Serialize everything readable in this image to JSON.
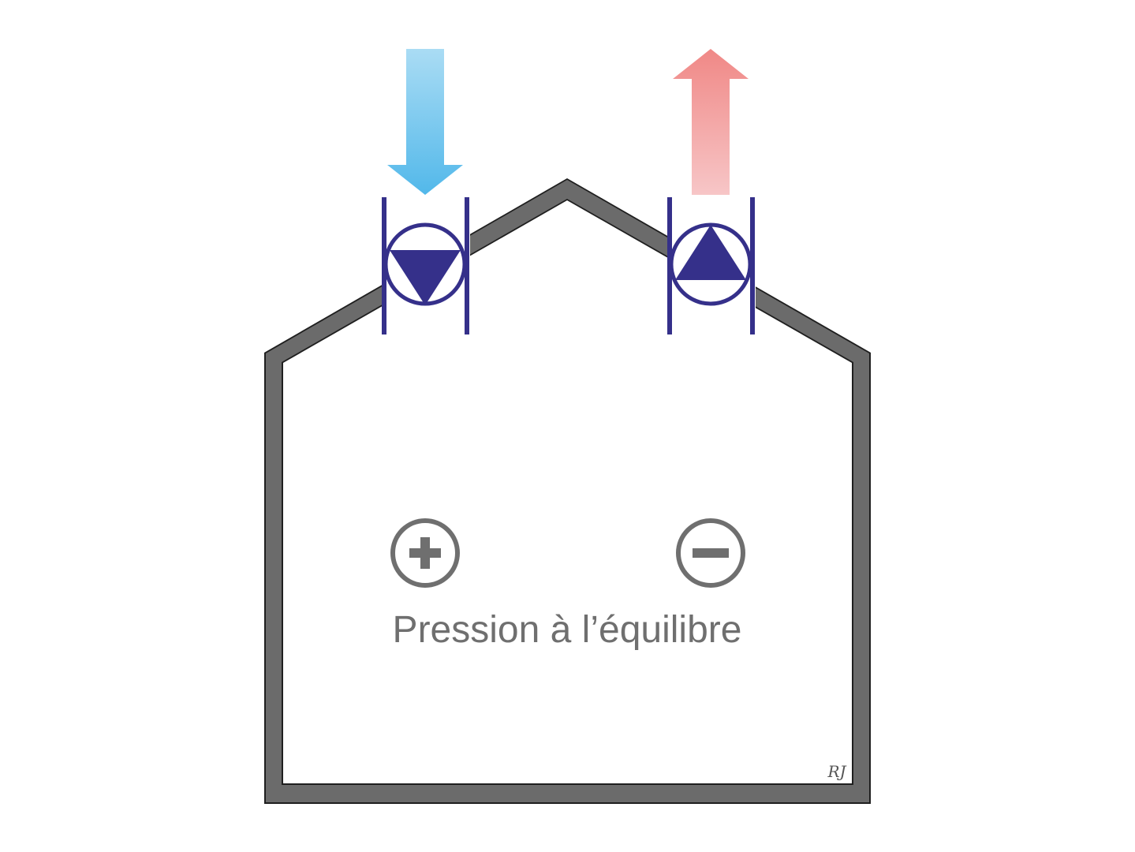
{
  "diagram": {
    "label": "Pression à l’équilibre",
    "signature": "RJ",
    "intake": {
      "arrow_direction": "down",
      "arrow_colors": [
        "#a9dcf4",
        "#55b9ea"
      ],
      "fan_symbol": "fan-down-triangle"
    },
    "exhaust": {
      "arrow_direction": "up",
      "arrow_colors": [
        "#f08a88",
        "#f6c3c4"
      ],
      "fan_symbol": "fan-up-triangle"
    },
    "plus_symbol": "plus-circle",
    "minus_symbol": "minus-circle",
    "colors": {
      "wall": "#6b6b6b",
      "fan": "#35308a",
      "symbol": "#6f6f6f"
    }
  }
}
